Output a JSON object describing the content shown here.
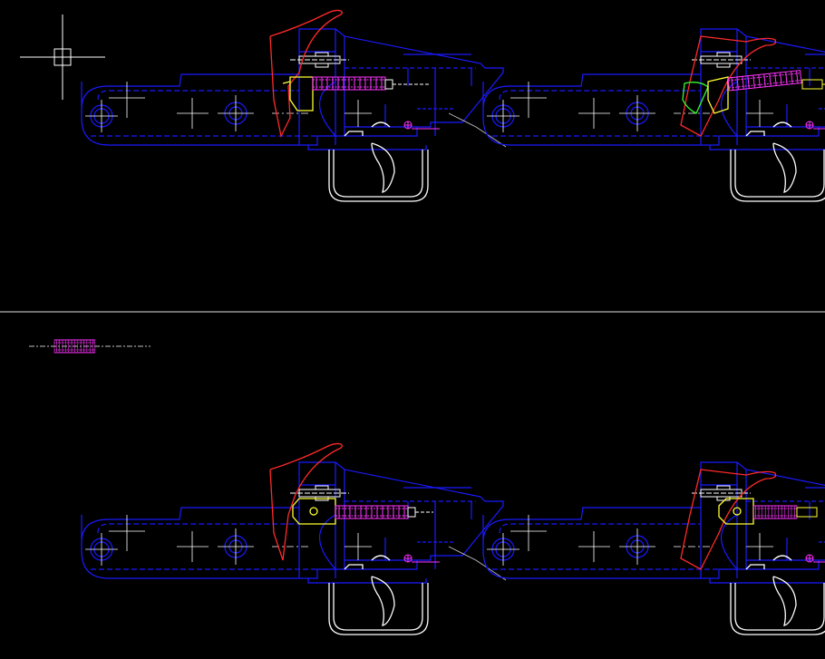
{
  "app": {
    "type": "cad-model-space"
  },
  "canvas": {
    "background": "#000000"
  },
  "colors": {
    "body": "#1a1aff",
    "hammer": "#ff2a2a",
    "sear": "#ffff33",
    "spring": "#ff33ff",
    "pin": "#ffffff",
    "crosshair": "#ffffff",
    "trigger_guard": "#ffffff",
    "link": "#33ff33",
    "leader": "#c8c8c8",
    "divider": "#e0e0e0"
  },
  "views": [
    {
      "id": "view-1",
      "state": "cocked"
    },
    {
      "id": "view-2",
      "state": "firing"
    },
    {
      "id": "view-3",
      "state": "sear-engaged"
    },
    {
      "id": "view-4",
      "state": "released"
    }
  ],
  "detached_parts": [
    {
      "id": "loose-spring",
      "part": "spring"
    }
  ]
}
